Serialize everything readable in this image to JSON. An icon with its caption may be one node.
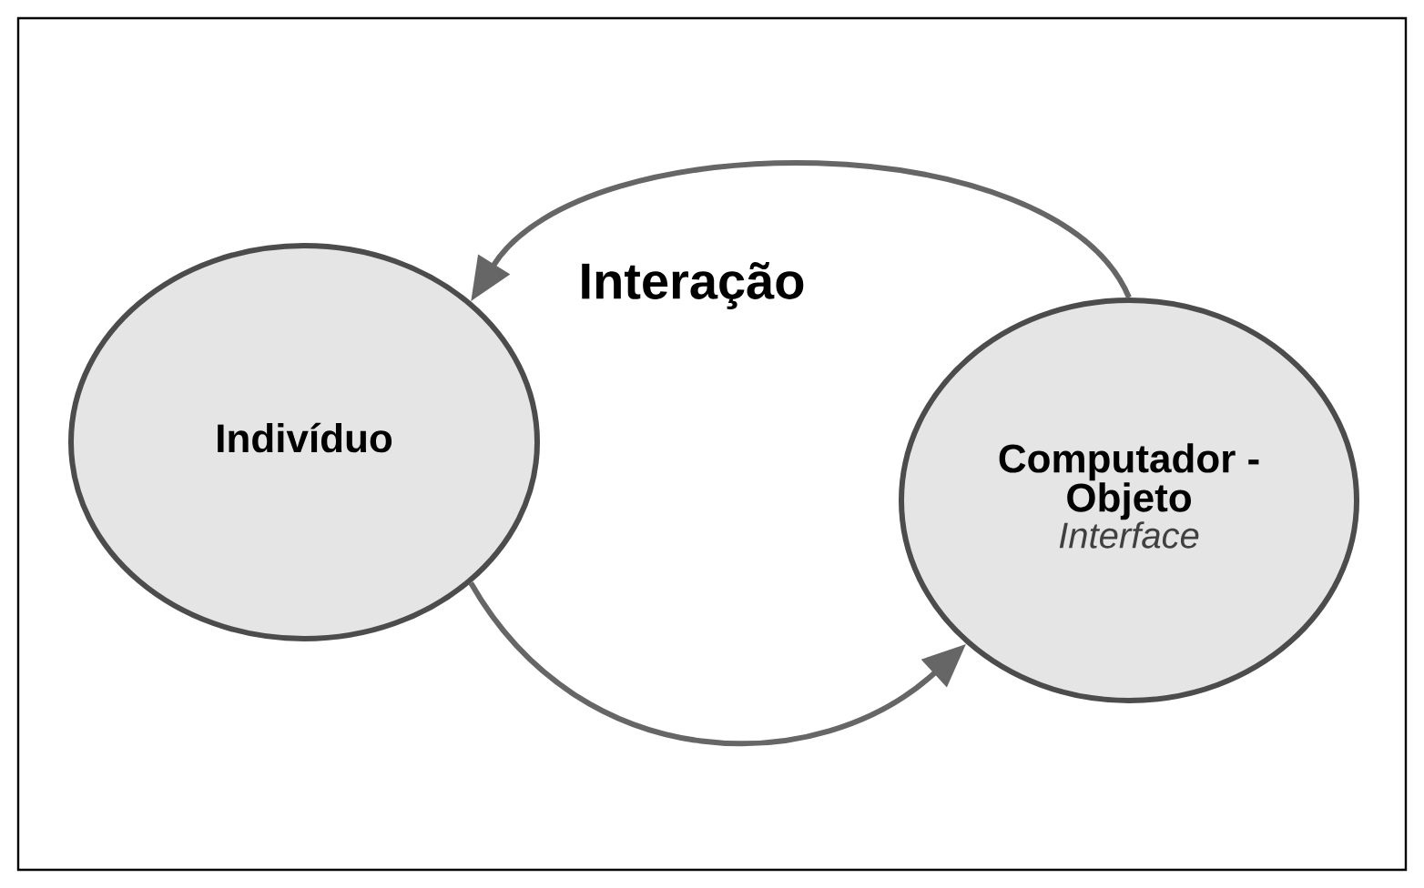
{
  "diagram": {
    "title": "Interação",
    "nodes": [
      {
        "text": [
          "Indivíduo"
        ]
      },
      {
        "text": [
          "Computador - Objeto",
          "Interface"
        ]
      }
    ],
    "edges": [
      {
        "from": 1,
        "to": 0,
        "arrow": "to"
      },
      {
        "from": 0,
        "to": 1,
        "arrow": "to"
      }
    ]
  }
}
